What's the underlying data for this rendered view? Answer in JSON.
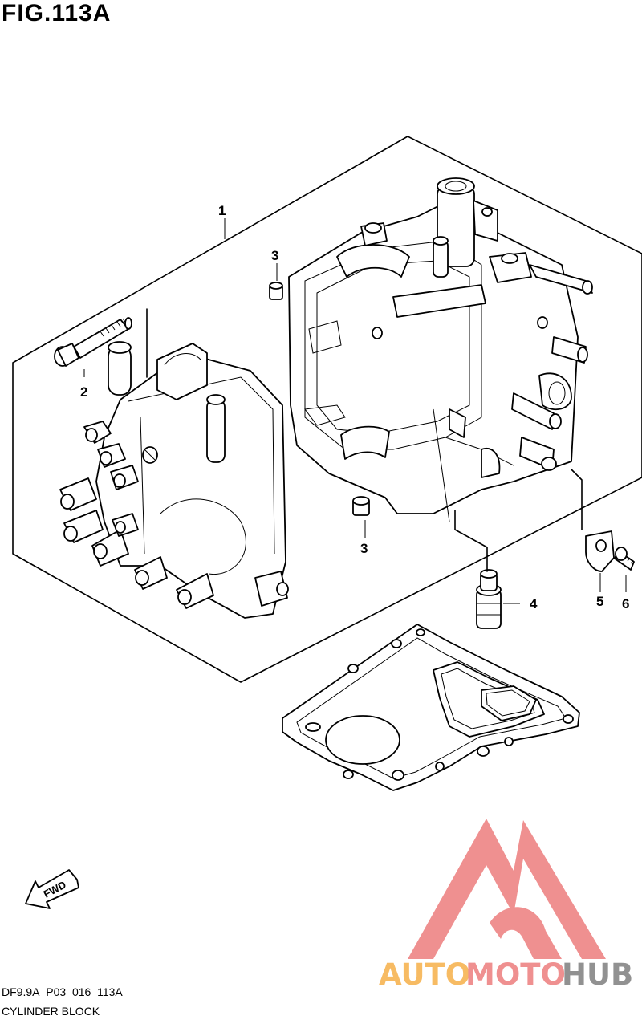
{
  "figure": {
    "title": "FIG.113A",
    "code": "DF9.9A_P03_016_113A",
    "name": "CYLINDER BLOCK"
  },
  "callouts": [
    {
      "id": "c1a",
      "label": "1"
    },
    {
      "id": "c2",
      "label": "2"
    },
    {
      "id": "c3a",
      "label": "3"
    },
    {
      "id": "c3b",
      "label": "3"
    },
    {
      "id": "c4",
      "label": "4"
    },
    {
      "id": "c5",
      "label": "5"
    },
    {
      "id": "c6",
      "label": "6"
    }
  ],
  "fwd_label": "FWD",
  "watermark": {
    "part1": "AUTO",
    "part2": "MOTO",
    "part3": "HUB",
    "color_orange": "#f7b85b",
    "color_red": "#ef8b8b",
    "color_grey": "#8c8c8c"
  }
}
